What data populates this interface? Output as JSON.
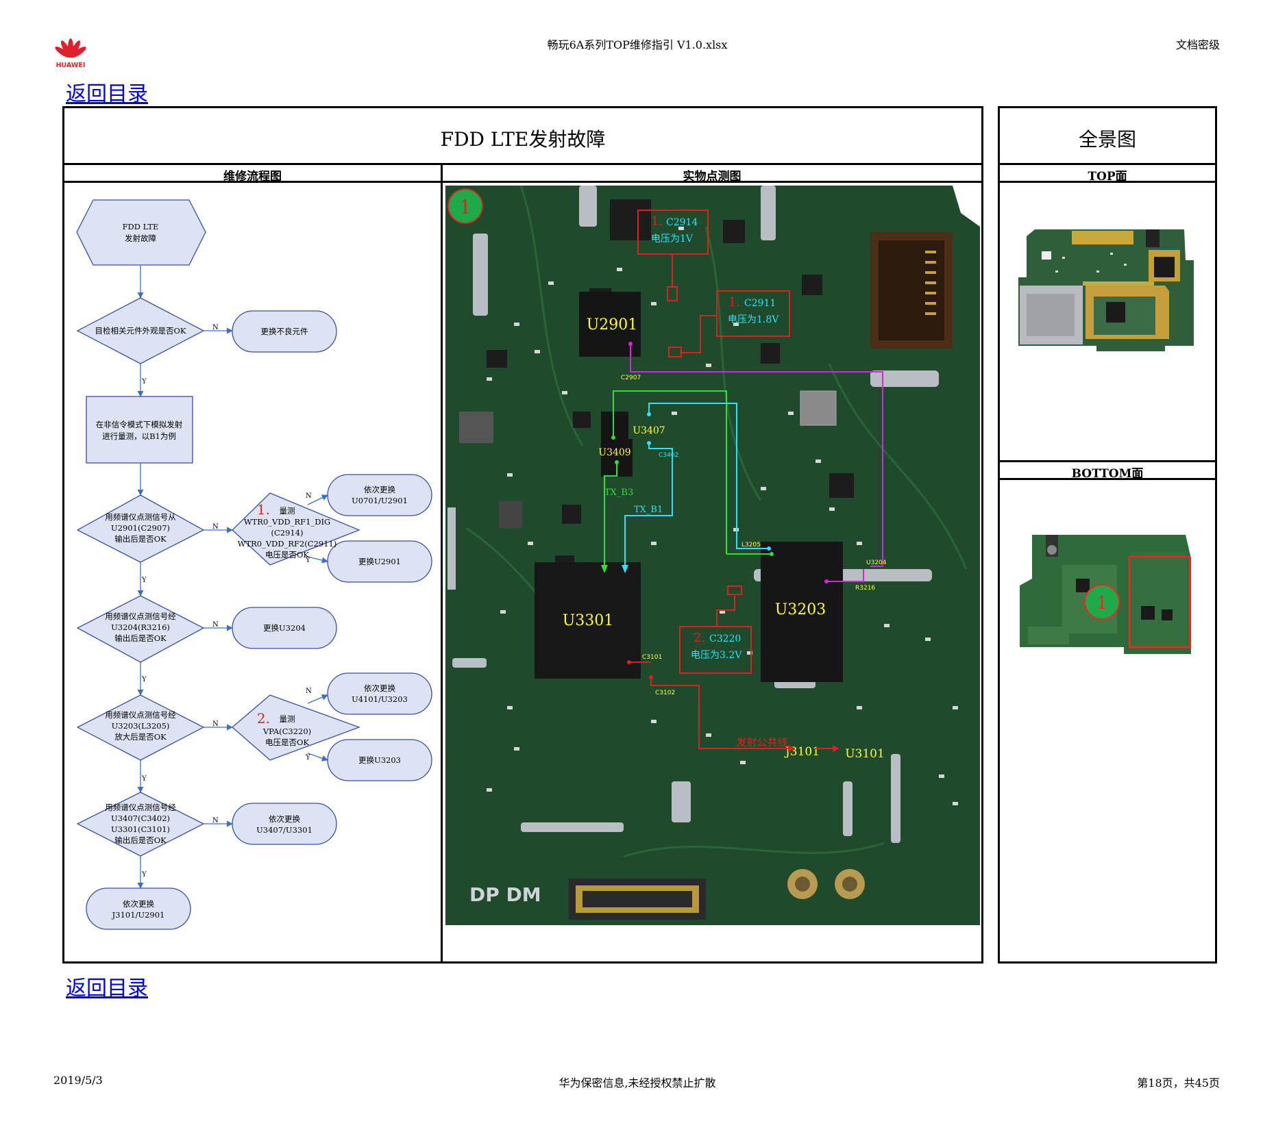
{
  "header": {
    "logo_text": "HUAWEI",
    "doc_title": "畅玩6A系列TOP维修指引 V1.0.xlsx",
    "classification": "文档密级"
  },
  "nav": {
    "back_top": "返回目录",
    "back_bottom": "返回目录"
  },
  "main": {
    "title": "FDD LTE发射故障",
    "col_flow": "维修流程图",
    "col_photo": "实物点测图"
  },
  "side": {
    "title": "全景图",
    "top_label": "TOP面",
    "bottom_label": "BOTTOM面",
    "marker": "1"
  },
  "flow": {
    "start": [
      "FDD LTE",
      "发射故障"
    ],
    "d1": "目检相关元件外观是否OK",
    "r1": "更换不良元件",
    "p1": [
      "在非信令模式下模拟发射",
      "进行量测，以B1为例"
    ],
    "d2": [
      "用频谱仪点测信号从",
      "U2901(C2907)",
      "输出后是否OK"
    ],
    "m1_num": "1.",
    "m1": [
      "量测",
      "WTR0_VDD_RF1_DIG",
      "(C2914)",
      "WTR0_VDD_RF2(C2911)",
      "电压是否OK"
    ],
    "r2": [
      "依次更换",
      "U0701/U2901"
    ],
    "r3": "更换U2901",
    "d3": [
      "用频谱仪点测信号经",
      "U3204(R3216)",
      "输出后是否OK"
    ],
    "r4": "更换U3204",
    "d4": [
      "用频谱仪点测信号经",
      "U3203(L3205)",
      "放大后是否OK"
    ],
    "m2_num": "2.",
    "m2": [
      "量测",
      "VPA(C3220)",
      "电压是否OK"
    ],
    "r5": [
      "依次更换",
      "U4101/U3203"
    ],
    "r6": "更换U3203",
    "d5": [
      "用频谱仪点测信号经",
      "U3407(C3402)",
      "U3301(C3101)",
      "输出后是否OK"
    ],
    "r7": [
      "依次更换",
      "U3407/U3301"
    ],
    "end": [
      "依次更换",
      "J3101/U2901"
    ],
    "y": "Y",
    "n": "N"
  },
  "pcb": {
    "marker": "1",
    "chips": [
      "U2901",
      "U3203",
      "U3301",
      "U3407",
      "U3409",
      "J3101",
      "U3101"
    ],
    "c2914_num": "1.",
    "c2914_part": "C2914",
    "c2914_v": "电压为1V",
    "c2911_num": "1.",
    "c2911_part": "C2911",
    "c2911_v": "电压为1.8V",
    "c3220_num": "2.",
    "c3220_part": "C3220",
    "c3220_v": "电压为3.2V",
    "small": [
      "C2907",
      "C3402",
      "L3205",
      "U3204",
      "R3216",
      "C3101",
      "C3102"
    ],
    "tx_b3": "TX_B3",
    "tx_b1": "TX_B1",
    "common": "发射公共线",
    "silk": [
      "DP DM"
    ]
  },
  "footer": {
    "date": "2019/5/3",
    "notice": "华为保密信息,未经授权禁止扩散",
    "page": "第18页，共45页"
  },
  "colors": {
    "pcb_green": "#1f4a2c",
    "flow_fill": "#dde3f2",
    "flow_stroke": "#3a4fa0",
    "red": "#e02020",
    "cyan": "#30e0ff",
    "magenta": "#e020e0",
    "green_line": "#30e030",
    "yellow": "#ffff30"
  }
}
